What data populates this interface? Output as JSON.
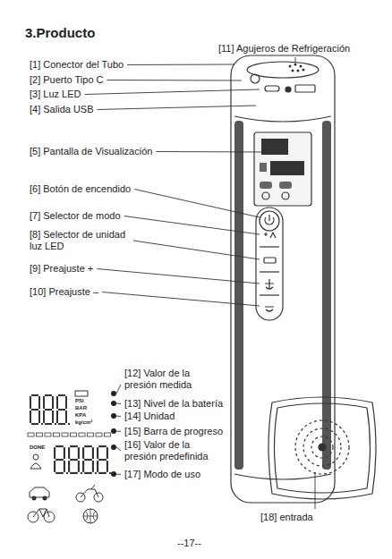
{
  "diagram": {
    "title": "3.Producto",
    "labels": [
      "[1] Conector del Tubo",
      "[2] Puerto Tipo C",
      "[3] Luz LED",
      "[4] Salida USB",
      "[5] Pantalla de Visualización",
      "[6] Botón de encendido",
      "[7] Selector de modo",
      "[8] Selector de unidad luz LED",
      "[9] Preajuste +",
      "[10] Preajuste –",
      "[11] Agujeros de Refrigeración",
      "[12] Valor de la presión medida",
      "[13] Nivel de la batería",
      "[14] Unidad",
      "[15] Barra de progreso",
      "[16] Valor de la presión predefinida",
      "[17] Modo de uso",
      "[18] entrada",
      "PSI",
      "BAR",
      "KPA",
      "kg/cm²",
      "DONE",
      "--17--"
    ]
  }
}
